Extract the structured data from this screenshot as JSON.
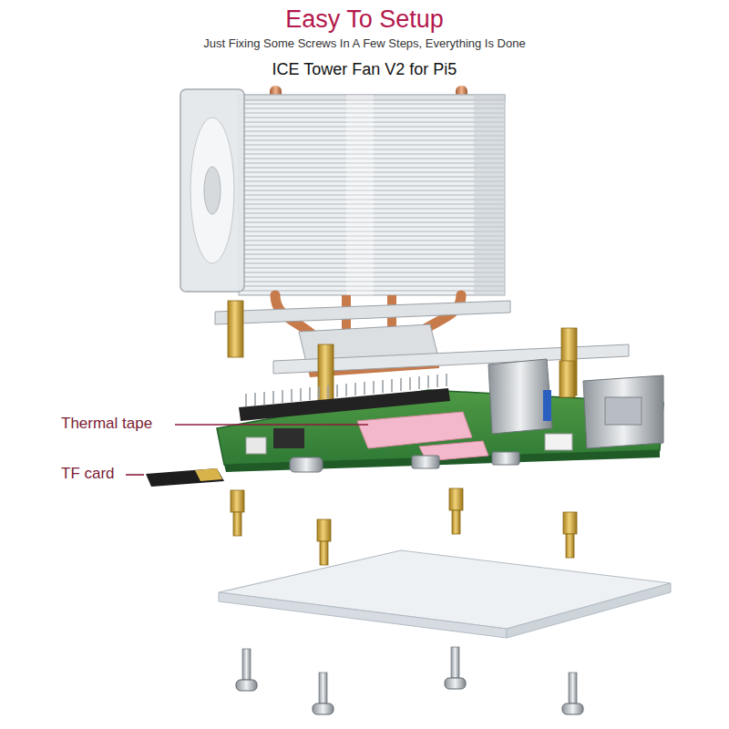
{
  "diagram": {
    "title": "Easy To Setup",
    "labels": [
      "Just Fixing Some Screws In A Few Steps, Everything Is Done",
      "ICE Tower Fan V2 for Pi5",
      "Thermal tape",
      "TF card"
    ]
  }
}
